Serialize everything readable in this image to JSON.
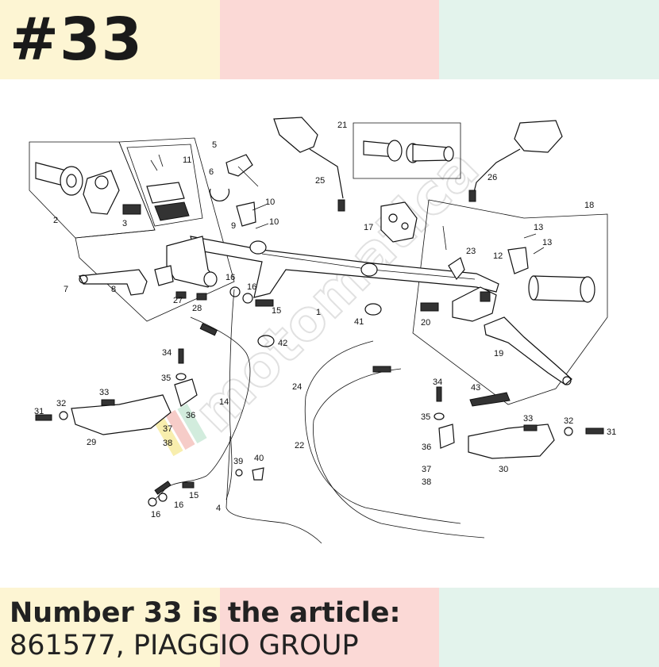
{
  "header": {
    "title": "#33",
    "band_colors": [
      "#fdf5d3",
      "#fbd9d6",
      "#e3f3ec"
    ]
  },
  "footer": {
    "heading": "Number 33 is the article:",
    "article": "861577, PIAGGIO GROUP",
    "band_colors": [
      "#fdf5d3",
      "#fbd9d6",
      "#e3f3ec"
    ]
  },
  "watermark": {
    "text": "motomatica",
    "colors": [
      "#f6e88c",
      "#f3b7b2",
      "#bfe5cf"
    ]
  },
  "callouts": [
    "1",
    "2",
    "3",
    "4",
    "5",
    "6",
    "7",
    "8",
    "9",
    "10",
    "10",
    "11",
    "12",
    "13",
    "13",
    "14",
    "15",
    "15",
    "16",
    "16",
    "16",
    "16",
    "17",
    "18",
    "19",
    "20",
    "21",
    "22",
    "23",
    "24",
    "25",
    "26",
    "27",
    "28",
    "29",
    "30",
    "31",
    "31",
    "32",
    "32",
    "33",
    "33",
    "34",
    "34",
    "35",
    "35",
    "36",
    "36",
    "37",
    "37",
    "38",
    "38",
    "39",
    "40",
    "41",
    "42",
    "43"
  ]
}
